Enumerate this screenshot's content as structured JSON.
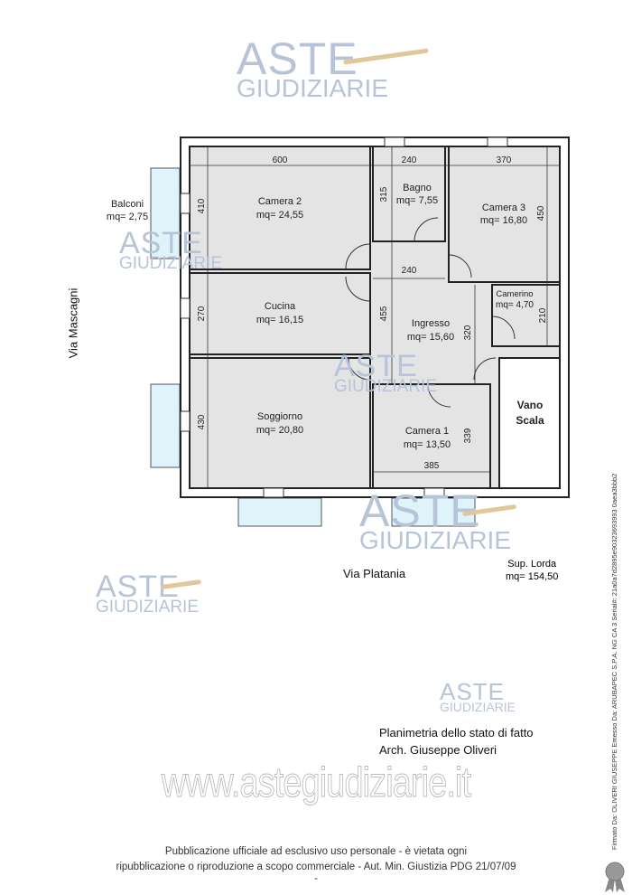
{
  "watermark": {
    "line1": "ASTE",
    "line2": "GIUDIZIARIE"
  },
  "plan": {
    "rooms": [
      {
        "name": "Camera 2",
        "area": "mq= 24,55"
      },
      {
        "name": "Bagno",
        "area": "mq= 7,55"
      },
      {
        "name": "Camera 3",
        "area": "mq= 16,80"
      },
      {
        "name": "Cucina",
        "area": "mq= 16,15"
      },
      {
        "name": "Ingresso",
        "area": "mq= 15,60"
      },
      {
        "name": "Camerino",
        "area": "mq= 4,70"
      },
      {
        "name": "Soggiorno",
        "area": "mq= 20,80"
      },
      {
        "name": "Camera 1",
        "area": "mq= 13,50"
      }
    ],
    "vano_scala": [
      "Vano",
      "Scala"
    ],
    "balconi": {
      "label": "Balconi",
      "area": "mq= 2,75"
    },
    "dimensions": {
      "d600": "600",
      "d240a": "240",
      "d370": "370",
      "d410": "410",
      "d315": "315",
      "d450": "450",
      "d240b": "240",
      "d270": "270",
      "d455": "455",
      "d320": "320",
      "d210": "210",
      "d430": "430",
      "d339": "339",
      "d385": "385"
    }
  },
  "streets": {
    "left": "Via Mascagni",
    "bottom": "Via Platania"
  },
  "sup_lorda": {
    "label": "Sup. Lorda",
    "value": "mq= 154,50"
  },
  "caption": {
    "title": "Planimetria dello stato di fatto",
    "author": "Arch. Giuseppe Oliveri"
  },
  "footer": {
    "site": "www.astegiudiziarie.it",
    "line1": "Pubblicazione ufficiale ad esclusivo uso personale - è vietata ogni",
    "line2": "ripubblicazione o riproduzione a scopo commerciale - Aut. Min. Giustizia PDG 21/07/09",
    "dash": "-"
  },
  "signature": "Firmato Da: OLIVERI GIUSEPPE Emesso Da: ARUBAPEC S.P.A. NG CA 3 Serial#: 21a0a7d2895e90323693993 0aea3bbb2"
}
